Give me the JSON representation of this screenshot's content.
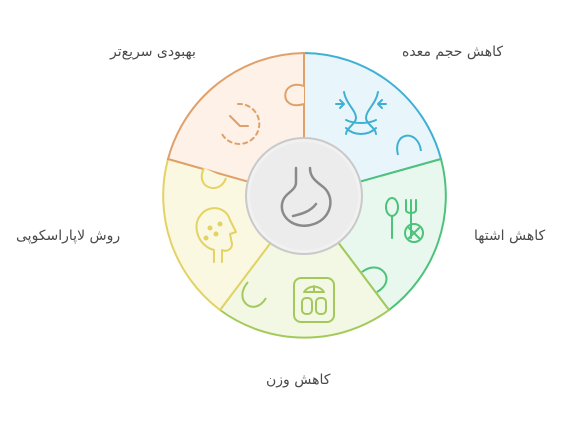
{
  "diagram": {
    "center_icon": "stomach-icon",
    "segments": [
      {
        "id": "stomach-volume",
        "label": "کاهش حجم معده",
        "icon": "waist-measure-icon",
        "fill": "#e8f6fb",
        "stroke": "#3fb0d4"
      },
      {
        "id": "appetite",
        "label": "کاهش اشتها",
        "icon": "fork-plate-icon",
        "fill": "#e9f8ee",
        "stroke": "#4cc27a"
      },
      {
        "id": "weight",
        "label": "کاهش وزن",
        "icon": "scale-icon",
        "fill": "#f2f8e4",
        "stroke": "#a4c95a"
      },
      {
        "id": "laparoscopy",
        "label": "روش لاپاراسکوپی",
        "icon": "head-profile-icon",
        "fill": "#fbf8e2",
        "stroke": "#e3d264"
      },
      {
        "id": "recovery",
        "label": "بهبودی سریع‌تر",
        "icon": "timer-icon",
        "fill": "#fdf1e8",
        "stroke": "#e0a06a"
      }
    ]
  }
}
